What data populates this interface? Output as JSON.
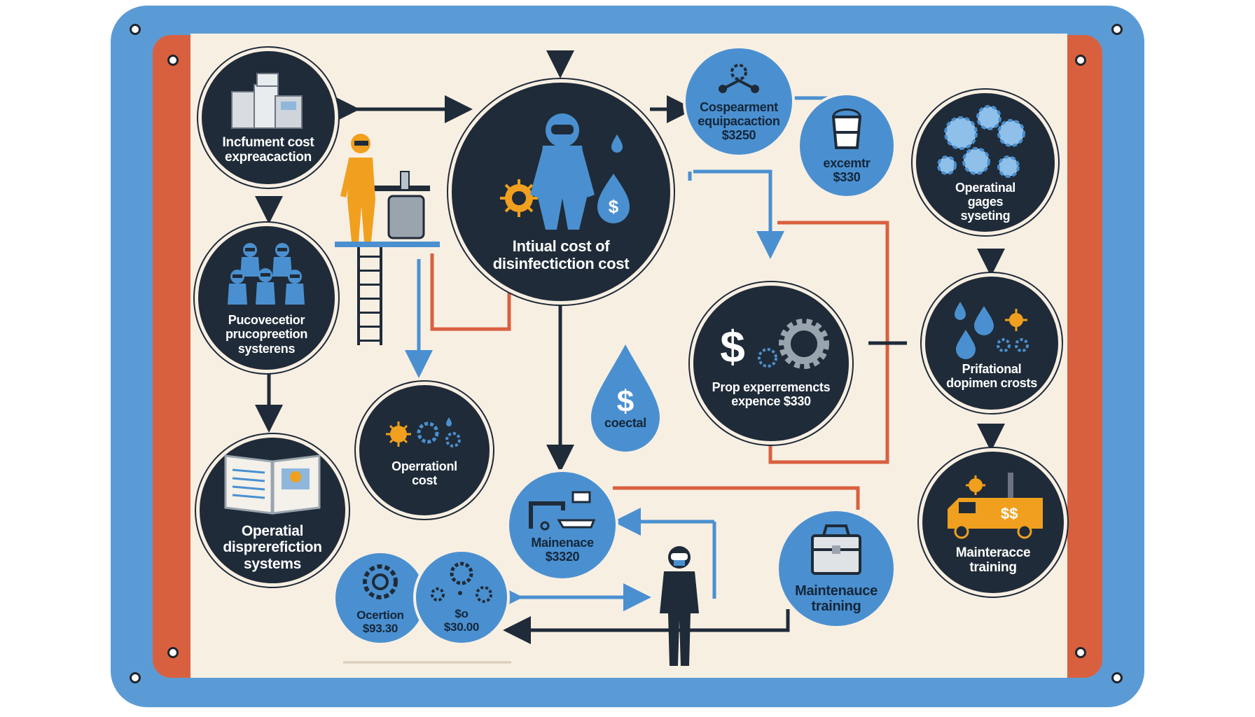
{
  "nodes": [
    {
      "id": "instrument",
      "lines": [
        "Incfument cost",
        "expreacaction"
      ],
      "icon": "boxes-icon",
      "style": "dark"
    },
    {
      "id": "initial",
      "lines": [
        "Intiual cost of",
        "disinfectiction cost"
      ],
      "icon": "hazmat-suit-icon",
      "style": "dark"
    },
    {
      "id": "cosperment",
      "lines": [
        "Cospearment",
        "equipacaction",
        "$3250"
      ],
      "icon": "molecule-icon",
      "style": "blue"
    },
    {
      "id": "excemtr",
      "lines": [
        "excemtr",
        "$330"
      ],
      "icon": "bucket-icon",
      "style": "blue"
    },
    {
      "id": "operatinal-gages",
      "lines": [
        "Operatinal",
        "gages",
        "syseting"
      ],
      "icon": "gears-icon",
      "style": "dark"
    },
    {
      "id": "procovector",
      "lines": [
        "Pucovecetior",
        "prucopreetion",
        "systerens"
      ],
      "icon": "workers-icon",
      "style": "dark"
    },
    {
      "id": "prop",
      "lines": [
        "Prop experremencts",
        "expence $330"
      ],
      "icon": "dollar-gear-icon",
      "style": "dark"
    },
    {
      "id": "prifational",
      "lines": [
        "Prifational",
        "dopimen crosts"
      ],
      "icon": "droplets-icon",
      "style": "dark"
    },
    {
      "id": "operational-cost",
      "lines": [
        "Operrationl",
        "cost"
      ],
      "icon": "virus-icon",
      "style": "dark"
    },
    {
      "id": "coectal",
      "lines": [
        "coectal"
      ],
      "icon": "drop-dollar-icon",
      "style": "drop"
    },
    {
      "id": "operatial",
      "lines": [
        "Operatial",
        "disprerefiction",
        "systems"
      ],
      "icon": "book-icon",
      "style": "dark"
    },
    {
      "id": "maintenace",
      "lines": [
        "Mainenace",
        "$3320"
      ],
      "icon": "faucet-icon",
      "style": "blue"
    },
    {
      "id": "maint-training-blue",
      "lines": [
        "Maintenauce",
        "training"
      ],
      "icon": "case-icon",
      "style": "blue"
    },
    {
      "id": "maint-training-dark",
      "lines": [
        "Mainteracce",
        "training"
      ],
      "icon": "truck-icon",
      "style": "dark"
    },
    {
      "id": "ocertion",
      "lines": [
        "Ocertion",
        "$93.30"
      ],
      "icon": "chip-icon",
      "style": "blue"
    },
    {
      "id": "soo",
      "lines": [
        "$o",
        "$30.00"
      ],
      "icon": "virus-icon",
      "style": "blue"
    }
  ],
  "colors": {
    "frame": "#5b9bd5",
    "inner_border": "#d9603f",
    "panel": "#f8efe3",
    "node_dark": "#1f2b38",
    "node_blue": "#4a90d0",
    "accent_orange": "#f0a01e",
    "arrow_dark": "#1f2b38",
    "arrow_blue": "#4a90d0",
    "arrow_red": "#d9603f"
  },
  "truck_sign": "$$"
}
